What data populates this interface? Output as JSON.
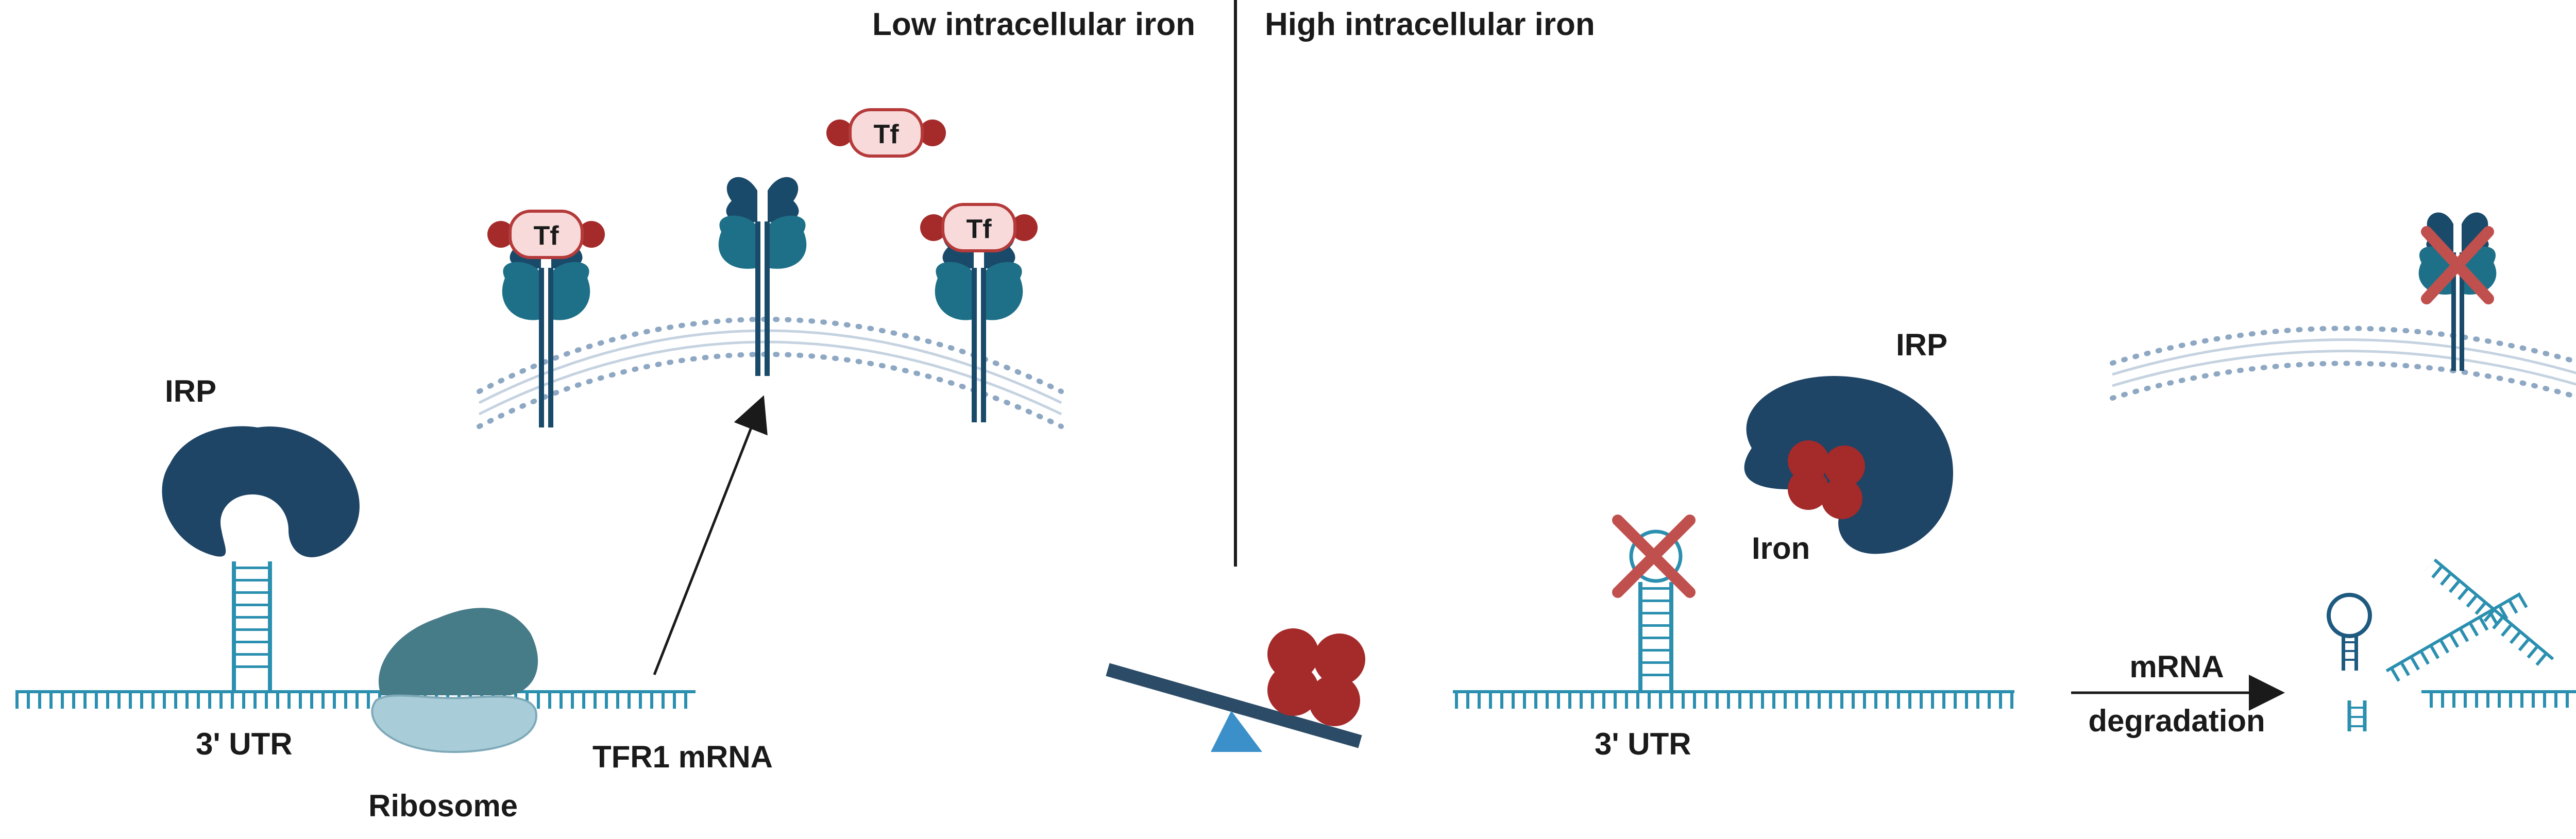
{
  "panels": {
    "low": {
      "title": "Low intracellular iron"
    },
    "high": {
      "title": "High intracellular iron"
    }
  },
  "labels": {
    "irp_low": "IRP",
    "utr_low": "3' UTR",
    "ribosome": "Ribosome",
    "tfr1_mrna": "TFR1 mRNA",
    "tf": "Tf",
    "irp_high": "IRP",
    "iron": "Iron",
    "utr_high": "3' UTR",
    "mrna_line1": "mRNA",
    "mrna_line2": "degradation"
  },
  "colors": {
    "irp": "#1e4466",
    "receptor_dark": "#1a4a6a",
    "receptor_teal": "#1e7088",
    "ribosome_top": "#467b88",
    "ribosome_bottom": "#a9cdd8",
    "rna": "#2b8fb0",
    "iron": "#a52a2a",
    "tf_fill": "#f8dada",
    "tf_stroke": "#b53a3a",
    "membrane": "#8ea8c3",
    "seesaw_beam": "#2c4b66",
    "seesaw_pivot": "#3b90c9",
    "cross": "#c0504d"
  },
  "icons": [
    "irp-protein-icon",
    "transferrin-receptor-icon",
    "transferrin-icon",
    "ribosome-icon",
    "iron-cluster-icon",
    "seesaw-icon",
    "cross-icon",
    "arrow-icon",
    "membrane-icon",
    "mrna-strand-icon"
  ]
}
